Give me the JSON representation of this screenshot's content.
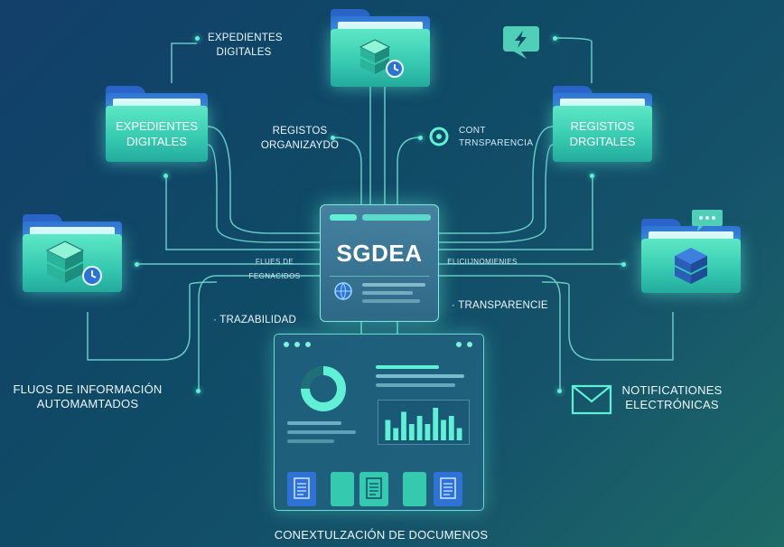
{
  "hub": {
    "title": "SGDEA"
  },
  "folders": {
    "top_left": "EXPEDIENTES\nDIGITALES",
    "top_right": "REGISTIOS\nDRGITALES"
  },
  "labels": {
    "expedientes_top": "EXPEDIENTES\nDIGITALES",
    "registos_organizado": "REGISTOS\nORGANIZAYDO",
    "cont_transparencia": "CONT\nTRNSPARENCIA",
    "flujos_left_line": "FLUES DE FEGNACIDOS",
    "right_line": "ELICIIJNOMIENIES",
    "trazabilidad": "· TRAZABILIDAD",
    "transparencia": "· TRANSPARENCIE",
    "flujos": "FLUOS DE INFORMACIÓN\nAUTOMAMTADOS",
    "notificaciones": "NOTIFICATIONES\nELECTRÓNICAS",
    "contextualizacion": "CONEXTULZACIÓN DE DOCUMENOS"
  },
  "colors": {
    "accent": "#5ff0d6",
    "folder_front": "#35c9b0",
    "folder_back": "#2f72d6",
    "line": "#6fd8d0"
  },
  "chart_data": {
    "type": "bar",
    "values": [
      5,
      3,
      7,
      4,
      6,
      4,
      8,
      5,
      6,
      3
    ],
    "donut_fraction": 0.75
  }
}
